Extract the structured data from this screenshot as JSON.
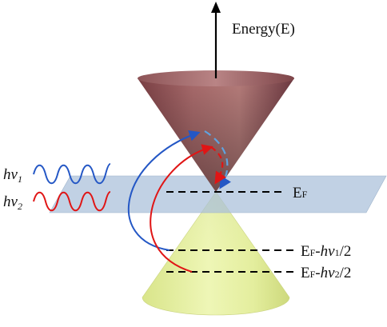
{
  "axis": {
    "label": "Energy(E)"
  },
  "levels": {
    "fermi": {
      "main": "E",
      "sub": "F",
      "suffix": ""
    },
    "level1": {
      "main": "E",
      "sub": "F",
      "dash": "-",
      "hv": "hv",
      "hvsub": "1",
      "suffix": "/2"
    },
    "level2": {
      "main": "E",
      "sub": "F",
      "dash": "-",
      "hv": "hv",
      "hvsub": "2",
      "suffix": "/2"
    }
  },
  "photons": {
    "hv1": {
      "main": "hv",
      "sub": "1",
      "color": "#2457c5"
    },
    "hv2": {
      "main": "hv",
      "sub": "2",
      "color": "#e01515"
    }
  },
  "colors": {
    "upper_cone": "#9b5b5b",
    "lower_cone": "#e6f09a",
    "fermi_plane": "#a9bfd9",
    "transition_blue": "#2457c5",
    "transition_red": "#e01515",
    "relax_blue": "#5fa3e0",
    "relax_red": "#e01515"
  }
}
